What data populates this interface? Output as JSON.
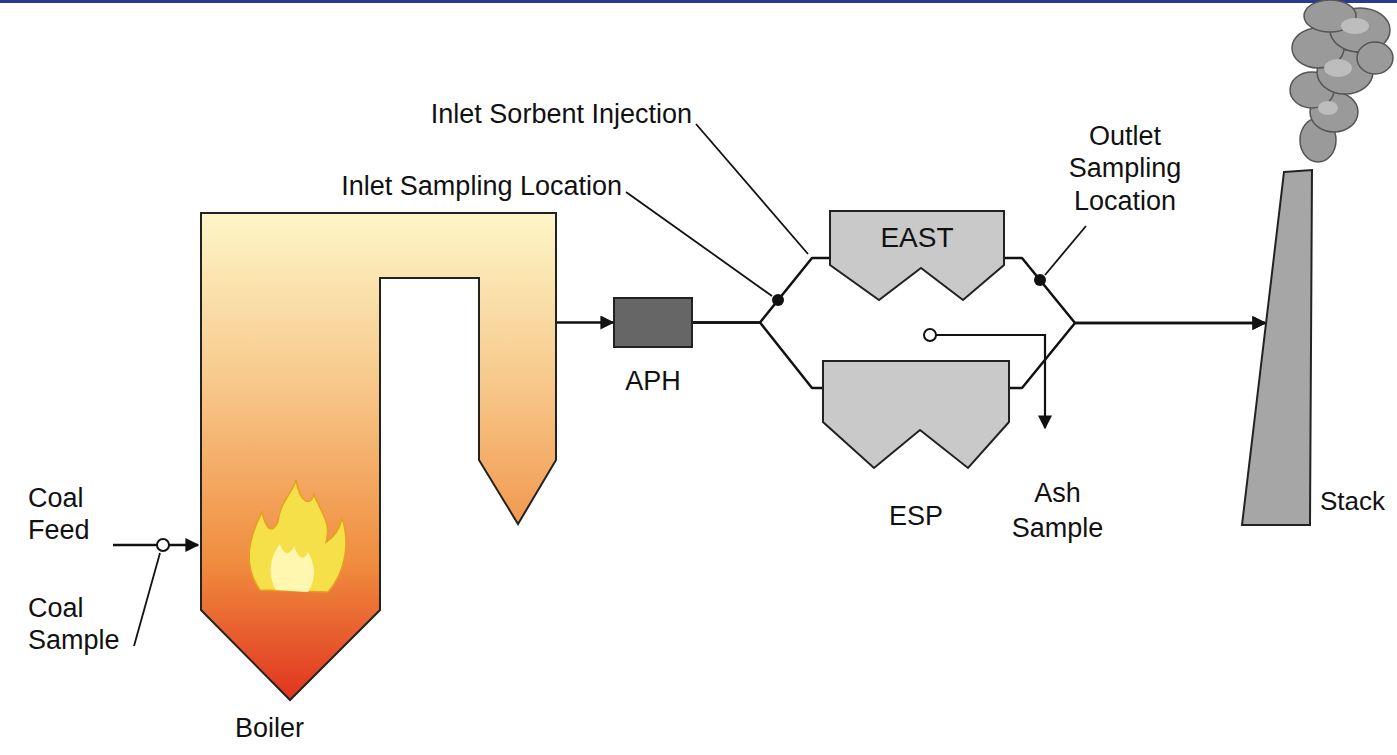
{
  "diagram": {
    "nodes": [
      {
        "text": [
          "Boiler"
        ]
      },
      {
        "text": [
          "APH"
        ]
      },
      {
        "text": [
          "EAST"
        ]
      },
      {
        "text": [
          "ESP"
        ]
      },
      {
        "text": [
          "Stack"
        ]
      }
    ],
    "edges": [
      {
        "from": 0,
        "to": 1,
        "arrow": "to"
      },
      {
        "from": 1,
        "to": 2,
        "arrow": "none"
      },
      {
        "from": 1,
        "to": 3,
        "arrow": "none"
      },
      {
        "from": 2,
        "to": 4,
        "arrow": "to"
      },
      {
        "from": 3,
        "to": 4,
        "arrow": "to"
      }
    ],
    "labels": [
      "Coal Feed",
      "Coal Sample",
      "Inlet Sampling Location",
      "Inlet Sorbent Injection",
      "Outlet Sampling Location",
      "Ash Sample"
    ]
  }
}
